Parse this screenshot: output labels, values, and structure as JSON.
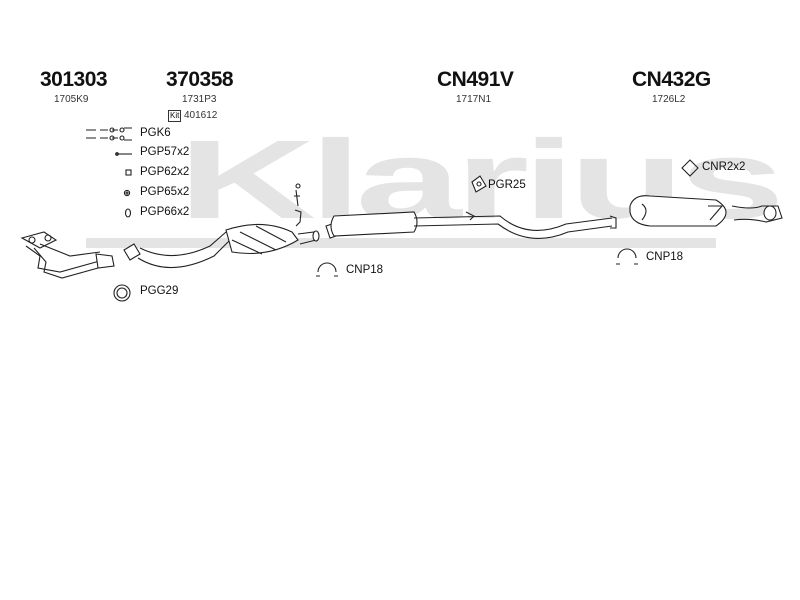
{
  "watermark": "Klarius",
  "parts": [
    {
      "code": "301303",
      "ref": "1705K9"
    },
    {
      "code": "370358",
      "ref": "1731P3"
    },
    {
      "code": "CN491V",
      "ref": "1717N1"
    },
    {
      "code": "CN432G",
      "ref": "1726L2"
    }
  ],
  "kit": {
    "badge": "Kit",
    "number": "401612"
  },
  "fittings": [
    "PGK6",
    "PGP57x2",
    "PGP62x2",
    "PGP65x2",
    "PGP66x2"
  ],
  "clamps": {
    "pgg29": "PGG29",
    "cnp18_a": "CNP18",
    "pgr25": "PGR25",
    "cnp18_b": "CNP18",
    "cnr2x2": "CNR2x2"
  }
}
